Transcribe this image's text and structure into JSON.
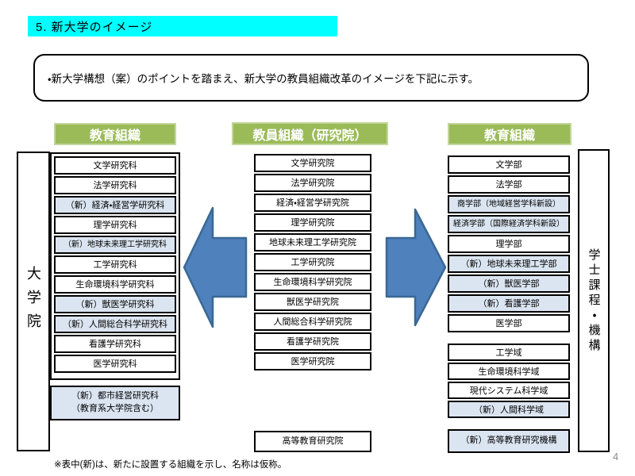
{
  "title": "5. 新大学のイメージ",
  "intro": "・新大学構想（案）のポイントを踏まえ、新大学の教員組織改革のイメージを下記に示す。",
  "left_axis": "大学院",
  "right_axis": "学士課程・機構",
  "note": "※表中(新)は、新たに設置する組織を示し、名称は仮称。",
  "page_number": "4",
  "colors": {
    "title_highlight": "#00FFFF",
    "header_green": "#9BBB59",
    "header_green_border": "#C3D69B",
    "new_org_blue": "#DBE5F1",
    "arrow_blue": "#4F81BD"
  },
  "icons": {
    "arrow_left": "left-arrow-icon",
    "arrow_right": "right-arrow-icon"
  },
  "columns": [
    {
      "header": "教育組織",
      "groups": [
        {
          "items": [
            {
              "label": "文学研究科"
            },
            {
              "label": "法学研究科"
            },
            {
              "label": "（新）経済・経営学研究科",
              "hl": true
            },
            {
              "label": "理学研究科"
            },
            {
              "label": "（新）地球未来理工学研究科",
              "hl": true
            },
            {
              "label": "工学研究科"
            },
            {
              "label": "生命環境科学研究科"
            },
            {
              "label": "（新）獣医学研究科",
              "hl": true
            },
            {
              "label": "（新）人間総合科学研究科",
              "hl": true
            },
            {
              "label": "看護学研究科"
            },
            {
              "label": "医学研究科"
            }
          ]
        }
      ],
      "extra_box": "（新）都市経営研究科\n（教育系大学院含む）"
    },
    {
      "header": "教員組織（研究院）",
      "groups": [
        {
          "items": [
            {
              "label": "文学研究院"
            },
            {
              "label": "法学研究院"
            },
            {
              "label": "経済・経営学研究院"
            },
            {
              "label": "理学研究院"
            },
            {
              "label": "地球未来理工学研究院"
            },
            {
              "label": "工学研究院"
            },
            {
              "label": "生命環境科学研究院"
            },
            {
              "label": "獣医学研究院"
            },
            {
              "label": "人間総合科学研究院"
            },
            {
              "label": "看護学研究院"
            },
            {
              "label": "医学研究院"
            }
          ]
        }
      ],
      "extra_box": "高等教育研究院"
    },
    {
      "header": "教育組織",
      "groups": [
        {
          "items": [
            {
              "label": "文学部"
            },
            {
              "label": "法学部"
            },
            {
              "label": "商学部（地域経営学科新設）",
              "hl": true
            },
            {
              "label": "経済学部（国際経済学科新設）",
              "hl": true
            },
            {
              "label": "理学部"
            },
            {
              "label": "（新）地球未来理工学部",
              "hl": true
            },
            {
              "label": "（新）獣医学部",
              "hl": true
            },
            {
              "label": "（新）看護学部",
              "hl": true
            },
            {
              "label": "医学部"
            }
          ]
        },
        {
          "items": [
            {
              "label": "工学域"
            },
            {
              "label": "生命環境科学域"
            },
            {
              "label": "現代システム科学域"
            },
            {
              "label": "（新）人間科学域",
              "hl": true
            }
          ]
        }
      ],
      "extra_box": "（新）高等教育研究機構"
    }
  ]
}
